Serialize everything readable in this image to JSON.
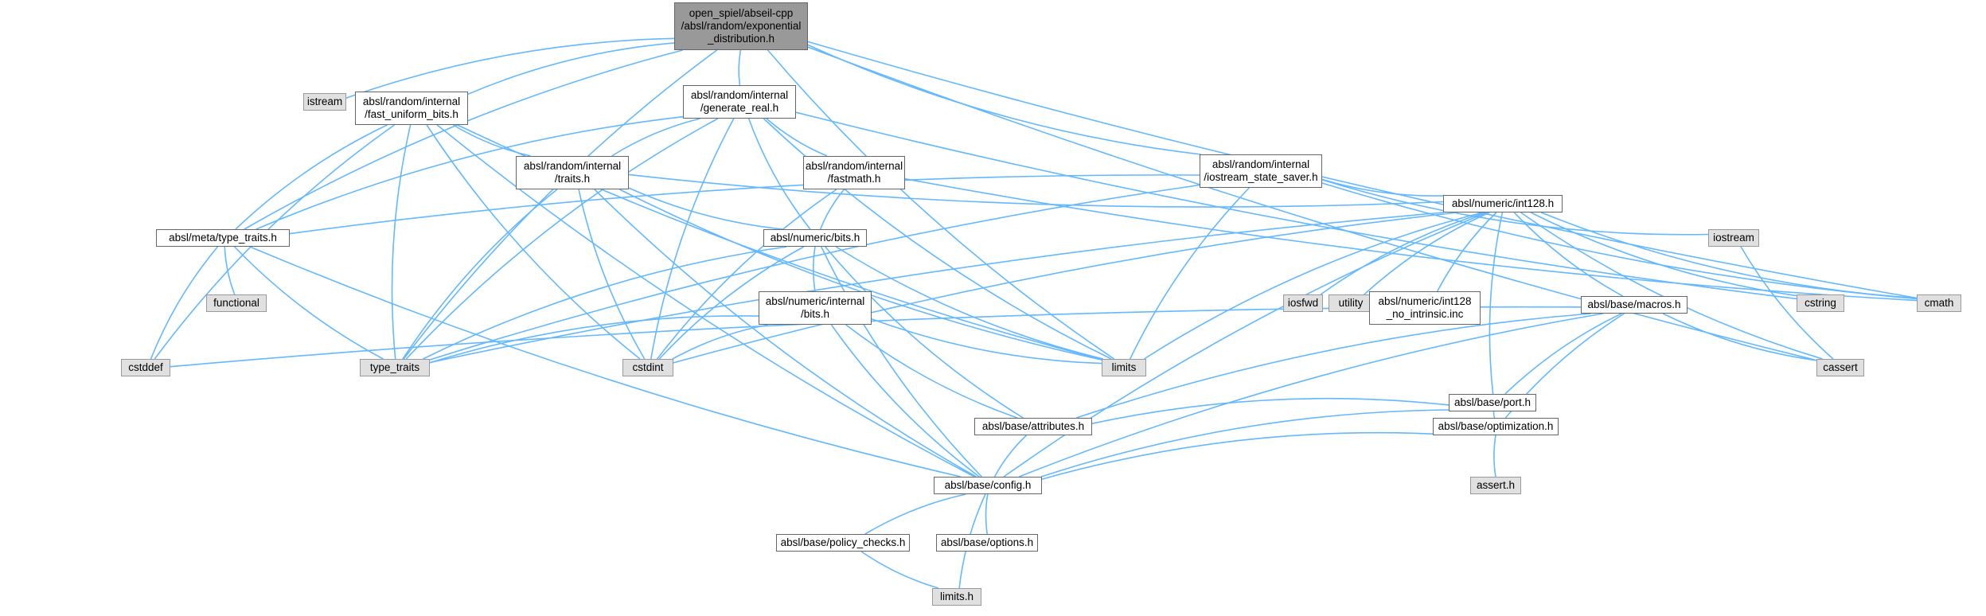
{
  "graph": {
    "edge_color": "#63b8ff",
    "nodes": [
      {
        "id": "root",
        "label": "open_spiel/abseil-cpp\n/absl/random/exponential\n_distribution.h",
        "kind": "root"
      },
      {
        "id": "istream",
        "label": "istream",
        "kind": "sys"
      },
      {
        "id": "fub",
        "label": "absl/random/internal\n/fast_uniform_bits.h",
        "kind": "file"
      },
      {
        "id": "genreal",
        "label": "absl/random/internal\n/generate_real.h",
        "kind": "file"
      },
      {
        "id": "iss",
        "label": "absl/random/internal\n/iostream_state_saver.h",
        "kind": "file"
      },
      {
        "id": "traits",
        "label": "absl/random/internal\n/traits.h",
        "kind": "file"
      },
      {
        "id": "fastmath",
        "label": "absl/random/internal\n/fastmath.h",
        "kind": "file"
      },
      {
        "id": "metatt",
        "label": "absl/meta/type_traits.h",
        "kind": "file"
      },
      {
        "id": "nbits",
        "label": "absl/numeric/bits.h",
        "kind": "file"
      },
      {
        "id": "int128",
        "label": "absl/numeric/int128.h",
        "kind": "file"
      },
      {
        "id": "iostream",
        "label": "iostream",
        "kind": "sys"
      },
      {
        "id": "functional",
        "label": "functional",
        "kind": "sys"
      },
      {
        "id": "nibits",
        "label": "absl/numeric/internal\n/bits.h",
        "kind": "file"
      },
      {
        "id": "iosfwd",
        "label": "iosfwd",
        "kind": "sys"
      },
      {
        "id": "utility",
        "label": "utility",
        "kind": "sys"
      },
      {
        "id": "noint",
        "label": "absl/numeric/int128\n_no_intrinsic.inc",
        "kind": "file"
      },
      {
        "id": "macros",
        "label": "absl/base/macros.h",
        "kind": "file"
      },
      {
        "id": "cstring",
        "label": "cstring",
        "kind": "sys"
      },
      {
        "id": "cmath",
        "label": "cmath",
        "kind": "sys"
      },
      {
        "id": "cstddef",
        "label": "cstddef",
        "kind": "sys"
      },
      {
        "id": "typetraits",
        "label": "type_traits",
        "kind": "sys"
      },
      {
        "id": "cstdint",
        "label": "cstdint",
        "kind": "sys"
      },
      {
        "id": "limits",
        "label": "limits",
        "kind": "sys"
      },
      {
        "id": "cassert",
        "label": "cassert",
        "kind": "sys"
      },
      {
        "id": "port",
        "label": "absl/base/port.h",
        "kind": "file"
      },
      {
        "id": "attributes",
        "label": "absl/base/attributes.h",
        "kind": "file"
      },
      {
        "id": "optimization",
        "label": "absl/base/optimization.h",
        "kind": "file"
      },
      {
        "id": "asserth",
        "label": "assert.h",
        "kind": "sys"
      },
      {
        "id": "config",
        "label": "absl/base/config.h",
        "kind": "file"
      },
      {
        "id": "policy",
        "label": "absl/base/policy_checks.h",
        "kind": "file"
      },
      {
        "id": "options",
        "label": "absl/base/options.h",
        "kind": "file"
      },
      {
        "id": "limitsh",
        "label": "limits.h",
        "kind": "sys"
      }
    ],
    "edges": [
      [
        "root",
        "istream"
      ],
      [
        "root",
        "fub"
      ],
      [
        "root",
        "genreal"
      ],
      [
        "root",
        "iss"
      ],
      [
        "root",
        "metatt"
      ],
      [
        "root",
        "typetraits"
      ],
      [
        "root",
        "limits"
      ],
      [
        "root",
        "cmath"
      ],
      [
        "root",
        "cassert"
      ],
      [
        "fub",
        "traits"
      ],
      [
        "fub",
        "metatt"
      ],
      [
        "fub",
        "typetraits"
      ],
      [
        "fub",
        "cstddef"
      ],
      [
        "fub",
        "cstdint"
      ],
      [
        "fub",
        "limits"
      ],
      [
        "fub",
        "config"
      ],
      [
        "genreal",
        "traits"
      ],
      [
        "genreal",
        "fastmath"
      ],
      [
        "genreal",
        "nbits"
      ],
      [
        "genreal",
        "metatt"
      ],
      [
        "genreal",
        "typetraits"
      ],
      [
        "genreal",
        "cstdint"
      ],
      [
        "genreal",
        "limits"
      ],
      [
        "genreal",
        "cstring"
      ],
      [
        "iss",
        "metatt"
      ],
      [
        "iss",
        "int128"
      ],
      [
        "iss",
        "iostream"
      ],
      [
        "iss",
        "cmath"
      ],
      [
        "iss",
        "typetraits"
      ],
      [
        "iss",
        "limits"
      ],
      [
        "traits",
        "nbits"
      ],
      [
        "traits",
        "int128"
      ],
      [
        "traits",
        "config"
      ],
      [
        "traits",
        "typetraits"
      ],
      [
        "traits",
        "cstdint"
      ],
      [
        "traits",
        "limits"
      ],
      [
        "fastmath",
        "nbits"
      ],
      [
        "fastmath",
        "cstdint"
      ],
      [
        "fastmath",
        "cmath"
      ],
      [
        "metatt",
        "functional"
      ],
      [
        "metatt",
        "cstddef"
      ],
      [
        "metatt",
        "typetraits"
      ],
      [
        "metatt",
        "config"
      ],
      [
        "nbits",
        "nibits"
      ],
      [
        "nbits",
        "attributes"
      ],
      [
        "nbits",
        "config"
      ],
      [
        "nbits",
        "typetraits"
      ],
      [
        "nbits",
        "cstdint"
      ],
      [
        "nbits",
        "limits"
      ],
      [
        "int128",
        "iosfwd"
      ],
      [
        "int128",
        "utility"
      ],
      [
        "int128",
        "noint"
      ],
      [
        "int128",
        "macros"
      ],
      [
        "int128",
        "port"
      ],
      [
        "int128",
        "cstring"
      ],
      [
        "int128",
        "cmath"
      ],
      [
        "int128",
        "cassert"
      ],
      [
        "int128",
        "config"
      ],
      [
        "int128",
        "cstdint"
      ],
      [
        "int128",
        "limits"
      ],
      [
        "int128",
        "typetraits"
      ],
      [
        "nibits",
        "attributes"
      ],
      [
        "nibits",
        "config"
      ],
      [
        "nibits",
        "typetraits"
      ],
      [
        "nibits",
        "cstdint"
      ],
      [
        "nibits",
        "limits"
      ],
      [
        "macros",
        "attributes"
      ],
      [
        "macros",
        "port"
      ],
      [
        "macros",
        "optimization"
      ],
      [
        "macros",
        "config"
      ],
      [
        "macros",
        "cassert"
      ],
      [
        "macros",
        "cstddef"
      ],
      [
        "port",
        "attributes"
      ],
      [
        "port",
        "optimization"
      ],
      [
        "port",
        "config"
      ],
      [
        "attributes",
        "config"
      ],
      [
        "optimization",
        "asserth"
      ],
      [
        "optimization",
        "config"
      ],
      [
        "iostream",
        "cassert"
      ],
      [
        "config",
        "policy"
      ],
      [
        "config",
        "options"
      ],
      [
        "config",
        "limitsh"
      ],
      [
        "policy",
        "limitsh"
      ]
    ]
  }
}
